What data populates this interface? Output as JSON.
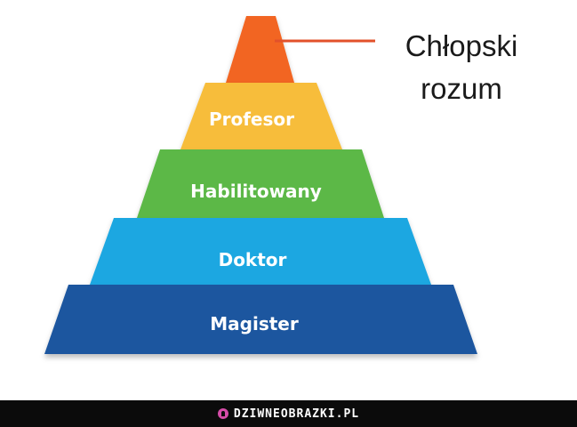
{
  "pyramid": {
    "levels": [
      {
        "label": "",
        "color": "#f26522"
      },
      {
        "label": "Profesor",
        "color": "#f7bd3a"
      },
      {
        "label": "Habilitowany",
        "color": "#5bb846"
      },
      {
        "label": "Doktor",
        "color": "#1ea7e1"
      },
      {
        "label": "Magister",
        "color": "#1f579f"
      }
    ]
  },
  "callout": {
    "line1": "Chłopski",
    "line2": "rozum",
    "line_color": "#e2512a"
  },
  "footer": {
    "site_name": "DZIWNEOBRAZKI.PL",
    "icon": "logo-icon",
    "background": "#0b0b0b"
  }
}
